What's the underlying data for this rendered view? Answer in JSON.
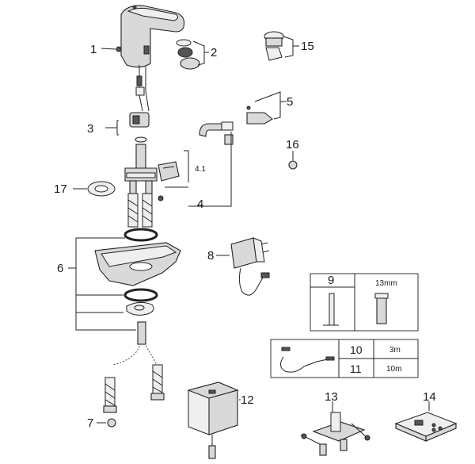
{
  "callouts": {
    "c1": "1",
    "c2": "2",
    "c3": "3",
    "c4": "4",
    "c41": "4.1",
    "c5": "5",
    "c6": "6",
    "c7": "7",
    "c8": "8",
    "c12": "12",
    "c13": "13",
    "c14": "14",
    "c15": "15",
    "c16": "16",
    "c17": "17"
  },
  "table_tool": {
    "number": "9",
    "size": "13mm"
  },
  "table_cable": {
    "rows": [
      {
        "number": "10",
        "length": "3m"
      },
      {
        "number": "11",
        "length": "10m"
      }
    ]
  }
}
